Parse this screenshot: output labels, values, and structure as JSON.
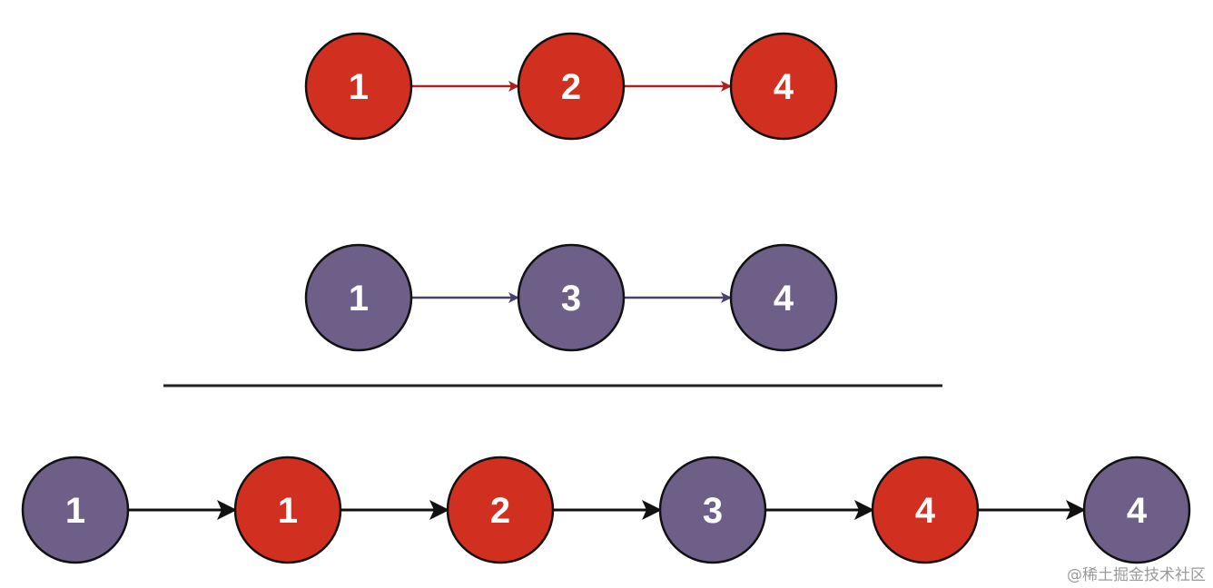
{
  "colors": {
    "red": "#d12f1f",
    "purple": "#6e5f88",
    "stroke": "#111111",
    "red_arrow": "#b0201a",
    "purple_arrow": "#4b3f6e",
    "black_arrow": "#111111"
  },
  "lists": [
    {
      "id": "list1",
      "color": "red",
      "arrow": "red_arrow",
      "nodes": [
        "1",
        "2",
        "4"
      ]
    },
    {
      "id": "list2",
      "color": "purple",
      "arrow": "purple_arrow",
      "nodes": [
        "1",
        "3",
        "4"
      ]
    },
    {
      "id": "merged",
      "arrow": "black_arrow",
      "nodes": [
        {
          "label": "1",
          "color": "purple"
        },
        {
          "label": "1",
          "color": "red"
        },
        {
          "label": "2",
          "color": "red"
        },
        {
          "label": "3",
          "color": "purple"
        },
        {
          "label": "4",
          "color": "red"
        },
        {
          "label": "4",
          "color": "purple"
        }
      ]
    }
  ],
  "watermark": "@稀土掘金技术社区"
}
